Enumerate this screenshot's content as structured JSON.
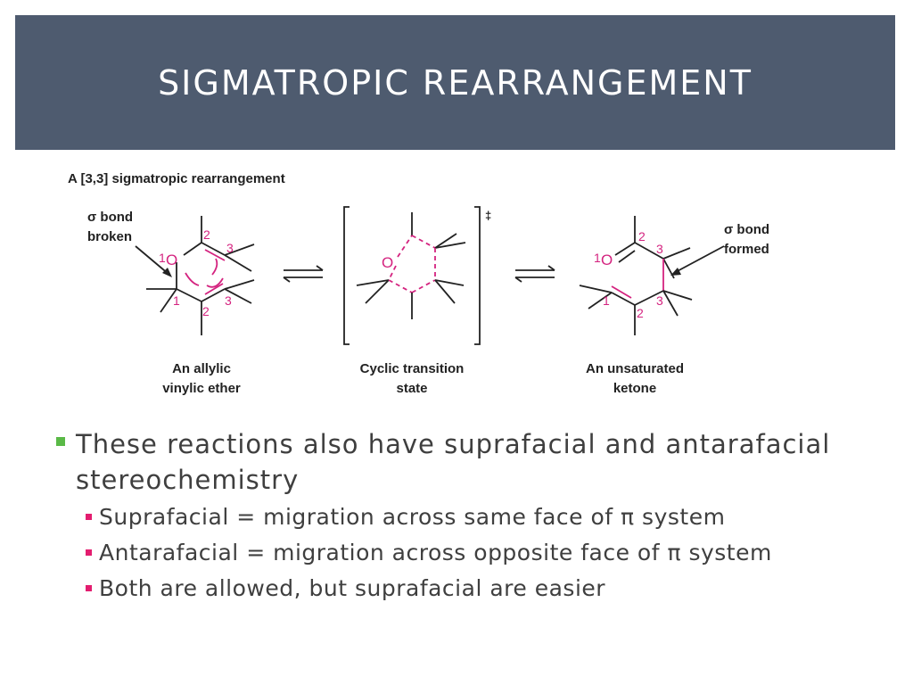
{
  "slide": {
    "title": "SIGMATROPIC REARRANGEMENT",
    "accent_color": "#4e5b6f",
    "bullet_color_l1": "#5ab947",
    "bullet_color_l2": "#e31d6f"
  },
  "figure": {
    "heading": "A [3,3] sigmatropic rearrangement",
    "left_callout": [
      "σ bond",
      "broken"
    ],
    "right_callout": [
      "σ bond",
      "formed"
    ],
    "dagger": "‡",
    "oxygen": "O",
    "labels_left": {
      "o1": "1",
      "c2_top": "2",
      "c3_top": "3",
      "c1_bot": "1",
      "c2_bot": "2",
      "c3_bot": "3"
    },
    "labels_right": {
      "o1": "1",
      "c2_top": "2",
      "c3_top": "3",
      "c1_bot": "1",
      "c2_bot": "2",
      "c3_bot": "3"
    },
    "captions": [
      [
        "An allylic",
        "vinylic ether"
      ],
      [
        "Cyclic transition",
        "state"
      ],
      [
        "An unsaturated",
        "ketone"
      ]
    ]
  },
  "bullets": {
    "main": "These reactions also have suprafacial and antarafacial stereochemistry",
    "sub": [
      "Suprafacial = migration across same face of π system",
      "Antarafacial = migration across opposite face of π system",
      "Both are allowed, but suprafacial are easier"
    ]
  }
}
